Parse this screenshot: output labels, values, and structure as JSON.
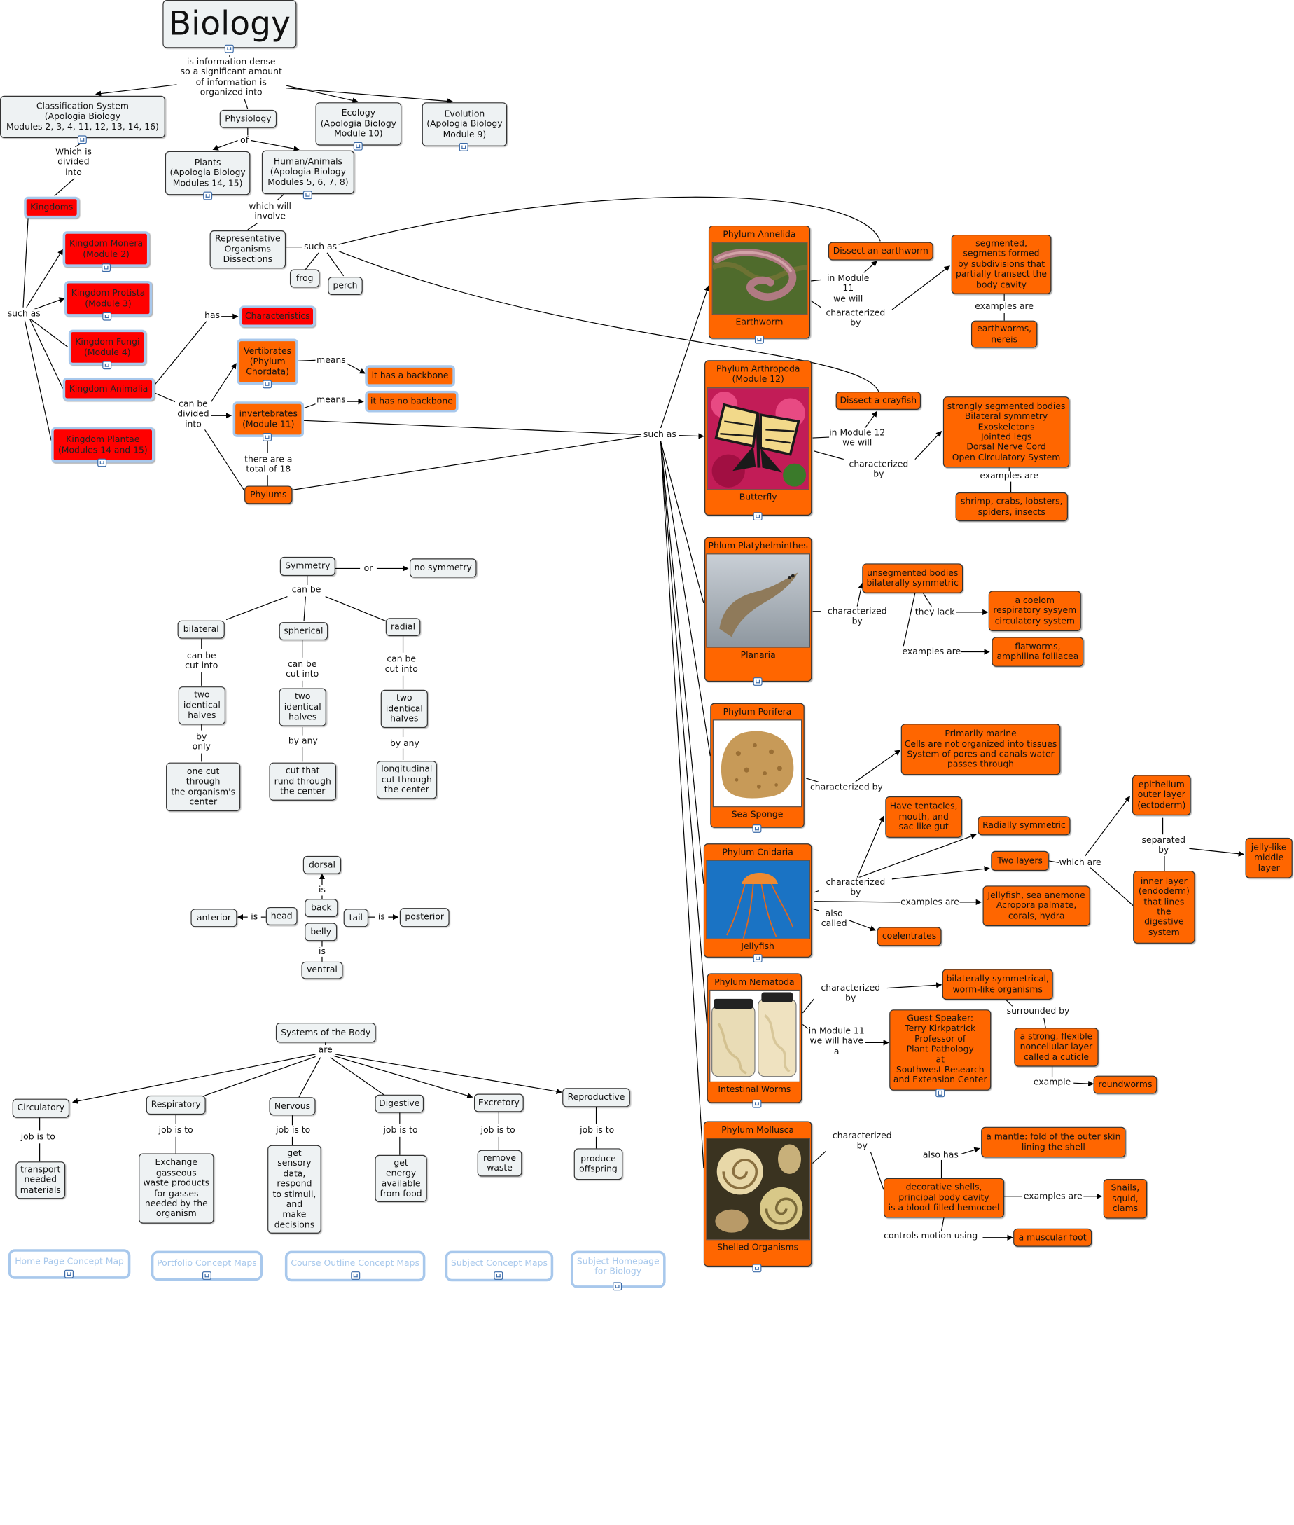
{
  "header": {
    "title": "Biology"
  },
  "root_links": {
    "info": "is information dense\nso a significant amount\nof information is\norganized into",
    "which_divided": "Which is\ndivided\ninto",
    "such_as_k": "such as",
    "has": "has",
    "can_be_divided": "can be\ndivided\ninto",
    "means1": "means",
    "means2": "means",
    "total_18": "there are a\ntotal of 18",
    "of": "of",
    "which_involve": "which will\ninvolve",
    "such_as_org": "such as",
    "such_as_phyla": "such as"
  },
  "topics": {
    "classification": "Classification System\n(Apologia Biology\nModules 2, 3, 4, 11, 12, 13, 14, 16)",
    "physiology": "Physiology",
    "ecology": "Ecology\n(Apologia Biology\nModule 10)",
    "evolution": "Evolution\n(Apologia Biology\nModule 9)",
    "plants": "Plants\n(Apologia Biology\nModules 14, 15)",
    "human_animals": "Human/Animals\n(Apologia Biology\nModules 5, 6, 7, 8)",
    "representative": "Representative\nOrganisms\nDissections",
    "frog": "frog",
    "perch": "perch"
  },
  "kingdoms": {
    "kingdoms": "Kingdoms",
    "monera": "Kingdom Monera\n(Module 2)",
    "protista": "Kingdom Protista\n(Module 3)",
    "fungi": "Kingdom Fungi\n(Module 4)",
    "animalia": "Kingdom Animalia",
    "plantae": "Kingdom Plantae\n(Modules 14 and 15)",
    "characteristics": "Characteristics",
    "vertebrates": "Vertibrates\n(Phylum\nChordata)",
    "invertebrates": "invertebrates\n(Module 11)",
    "backbone": "it has a backbone",
    "no_backbone": "it has no backbone",
    "phylums": "Phylums"
  },
  "symmetry": {
    "symmetry": "Symmetry",
    "or": "or",
    "no_symmetry": "no symmetry",
    "can_be": "can be",
    "bilateral": "bilateral",
    "spherical": "spherical",
    "radial": "radial",
    "cut1": "can be\ncut into",
    "cut2": "can be\ncut into",
    "cut3": "can be\ncut into",
    "halves1": "two\nidentical\nhalves",
    "halves2": "two\nidentical\nhalves",
    "halves3": "two\nidentical\nhalves",
    "by_only": "by\nonly",
    "by_any1": "by any",
    "by_any2": "by any",
    "one_cut": "one cut\nthrough\nthe organism's\ncenter",
    "rund": "cut that\nrund through\nthe center",
    "longitudinal": "longitudinal\ncut through\nthe center"
  },
  "orientation": {
    "dorsal": "dorsal",
    "is_up": "is",
    "back": "back",
    "belly": "belly",
    "is_down": "is",
    "ventral": "ventral",
    "anterior": "anterior",
    "is_left": "is",
    "head": "head",
    "tail": "tail",
    "is_right": "is",
    "posterior": "posterior"
  },
  "systems": {
    "title": "Systems of the Body",
    "are": "are",
    "job": "job is to",
    "circulatory": "Circulatory",
    "respiratory": "Respiratory",
    "nervous": "Nervous",
    "digestive": "Digestive",
    "excretory": "Excretory",
    "reproductive": "Reproductive",
    "circ_job": "transport\nneeded\nmaterials",
    "resp_job": "Exchange\ngasseous\nwaste products\nfor gasses\nneeded by the\norganism",
    "nerv_job": "get\nsensory\ndata,\nrespond\nto stimuli,\nand\nmake\ndecisions",
    "dig_job": "get\nenergy\navailable\nfrom food",
    "exc_job": "remove\nwaste",
    "rep_job": "produce\noffspring"
  },
  "phyla": {
    "annelida": {
      "title": "Phylum Annelida",
      "caption": "Earthworm"
    },
    "arthropoda": {
      "title": "Phylum Arthropoda\n(Module 12)",
      "caption": "Butterfly"
    },
    "platyhelminthes": {
      "title": "Phlum Platyhelminthes",
      "caption": "Planaria"
    },
    "porifera": {
      "title": "Phylum Porifera",
      "caption": "Sea Sponge"
    },
    "cnidaria": {
      "title": "Phylum Cnidaria",
      "caption": "Jellyfish"
    },
    "nematoda": {
      "title": "Phylum Nematoda",
      "caption": "Intestinal Worms"
    },
    "mollusca": {
      "title": "Phylum Mollusca",
      "caption": "Shelled Organisms"
    }
  },
  "annelida": {
    "dissect": "Dissect an earthworm",
    "in_module": "in Module 11\nwe will",
    "char_by": "characterized by",
    "traits": "segmented,\nsegments formed\nby subdivisions that\npartially transect the\nbody cavity",
    "examples_are": "examples are",
    "examples": "earthworms,\nnereis"
  },
  "arthropoda": {
    "dissect": "Dissect a crayfish",
    "in_module": "in Module 12\nwe will",
    "char_by": "characterized by",
    "traits": "strongly segmented bodies\nBilateral symmetry\nExoskeletons\nJointed legs\nDorsal Nerve Cord\nOpen Circulatory System",
    "examples_are": "examples are",
    "examples": "shrimp, crabs, lobsters,\nspiders, insects"
  },
  "platyhelminthes": {
    "char_by": "characterized by",
    "traits": "unsegmented bodies\nbilaterally symmetric",
    "they_lack": "they lack",
    "lack": "a coelom\nrespiratory sysyem\ncirculatory system",
    "examples_are": "examples are",
    "examples": "flatworms,\namphilina foliiacea"
  },
  "porifera": {
    "char_by": "characterized by",
    "traits": "Primarily marine\nCells are not organized into tissues\nSystem of pores and canals water\npasses through"
  },
  "cnidaria": {
    "char_by": "characterized by",
    "tentacles": "Have tentacles,\nmouth, and\nsac-like gut",
    "radial": "Radially symmetric",
    "two_layers": "Two layers",
    "which_are": "which are",
    "epithelium": "epithelium\nouter layer\n(ectoderm)",
    "separated_by": "separated\nby",
    "jelly": "jelly-like\nmiddle\nlayer",
    "inner": "inner layer\n(endoderm)\nthat lines\nthe\ndigestive\nsystem",
    "examples_are": "examples are",
    "examples": "Jellyfish, sea anemone\nAcropora palmate,\ncorals, hydra",
    "also_called": "also\ncalled",
    "coelentrates": "coelentrates"
  },
  "nematoda": {
    "char_by": "characterized by",
    "traits": "bilaterally symmetrical,\nworm-like organisms",
    "surrounded_by": "surrounded by",
    "cuticle": "a strong, flexible\nnoncellular layer\ncalled a cuticle",
    "example": "example",
    "roundworms": "roundworms",
    "in_module": "in Module 11\nwe will have\na",
    "speaker": "Guest Speaker:\nTerry Kirkpatrick\nProfessor of\nPlant Pathology\nat\nSouthwest Research\nand Extension Center"
  },
  "mollusca": {
    "char_by": "characterized by",
    "also_has": "also has",
    "mantle": "a mantle: fold of the outer skin\nlining the shell",
    "shells": "decorative shells,\nprincipal body cavity\nis a blood-filled hemocoel",
    "examples_are": "examples are",
    "examples": "Snails,\nsquid,\nclams",
    "controls": "controls motion using",
    "foot": "a muscular foot"
  },
  "footer_links": [
    "Home Page Concept Map",
    "Portfolio Concept Maps",
    "Course Outline Concept Maps",
    "Subject Concept Maps",
    "Subject Homepage\nfor Biology"
  ],
  "colors": {
    "red": "#ff0000",
    "orange": "#ff6600",
    "box": "#eef2f3",
    "link": "#a8c8ec"
  },
  "icons": {
    "submap": "concept-map-icon",
    "doc": "document-icon"
  }
}
